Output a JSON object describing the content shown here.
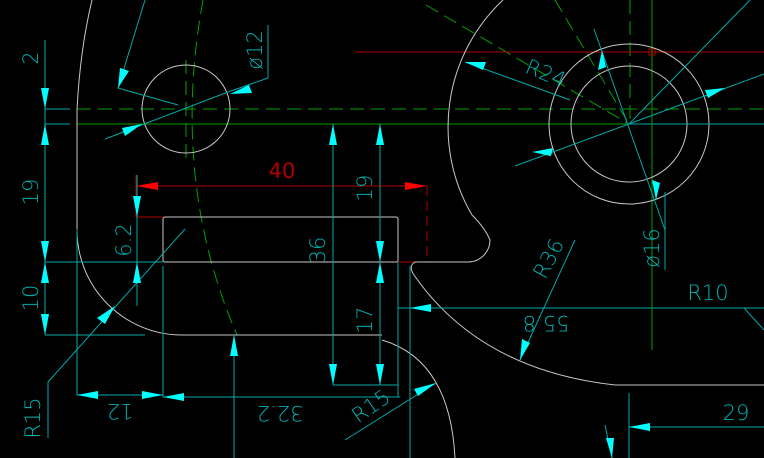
{
  "drawing": {
    "dimensions": {
      "d_2": "2",
      "d_19_left": "19",
      "d_10": "10",
      "r15_left": "R15",
      "d_12": "12",
      "d_32_2": "32.2",
      "r15_bottom": "R15",
      "d_6_2": "6.2",
      "d_40": "40",
      "d_19_mid": "19",
      "d_36": "36",
      "d_17": "17",
      "dia_12": "ø12",
      "r24": "R24",
      "dia_16": "ø16",
      "r36": "R36",
      "r10": "R10",
      "d_55_8": "55.8",
      "d_29": "29"
    },
    "colors": {
      "background": "#000000",
      "geometry": "#c8c8c8",
      "dimension": "#00a8a8",
      "arrow": "#00ffff",
      "centerline": "#00a000",
      "highlight": "#b00000"
    }
  }
}
